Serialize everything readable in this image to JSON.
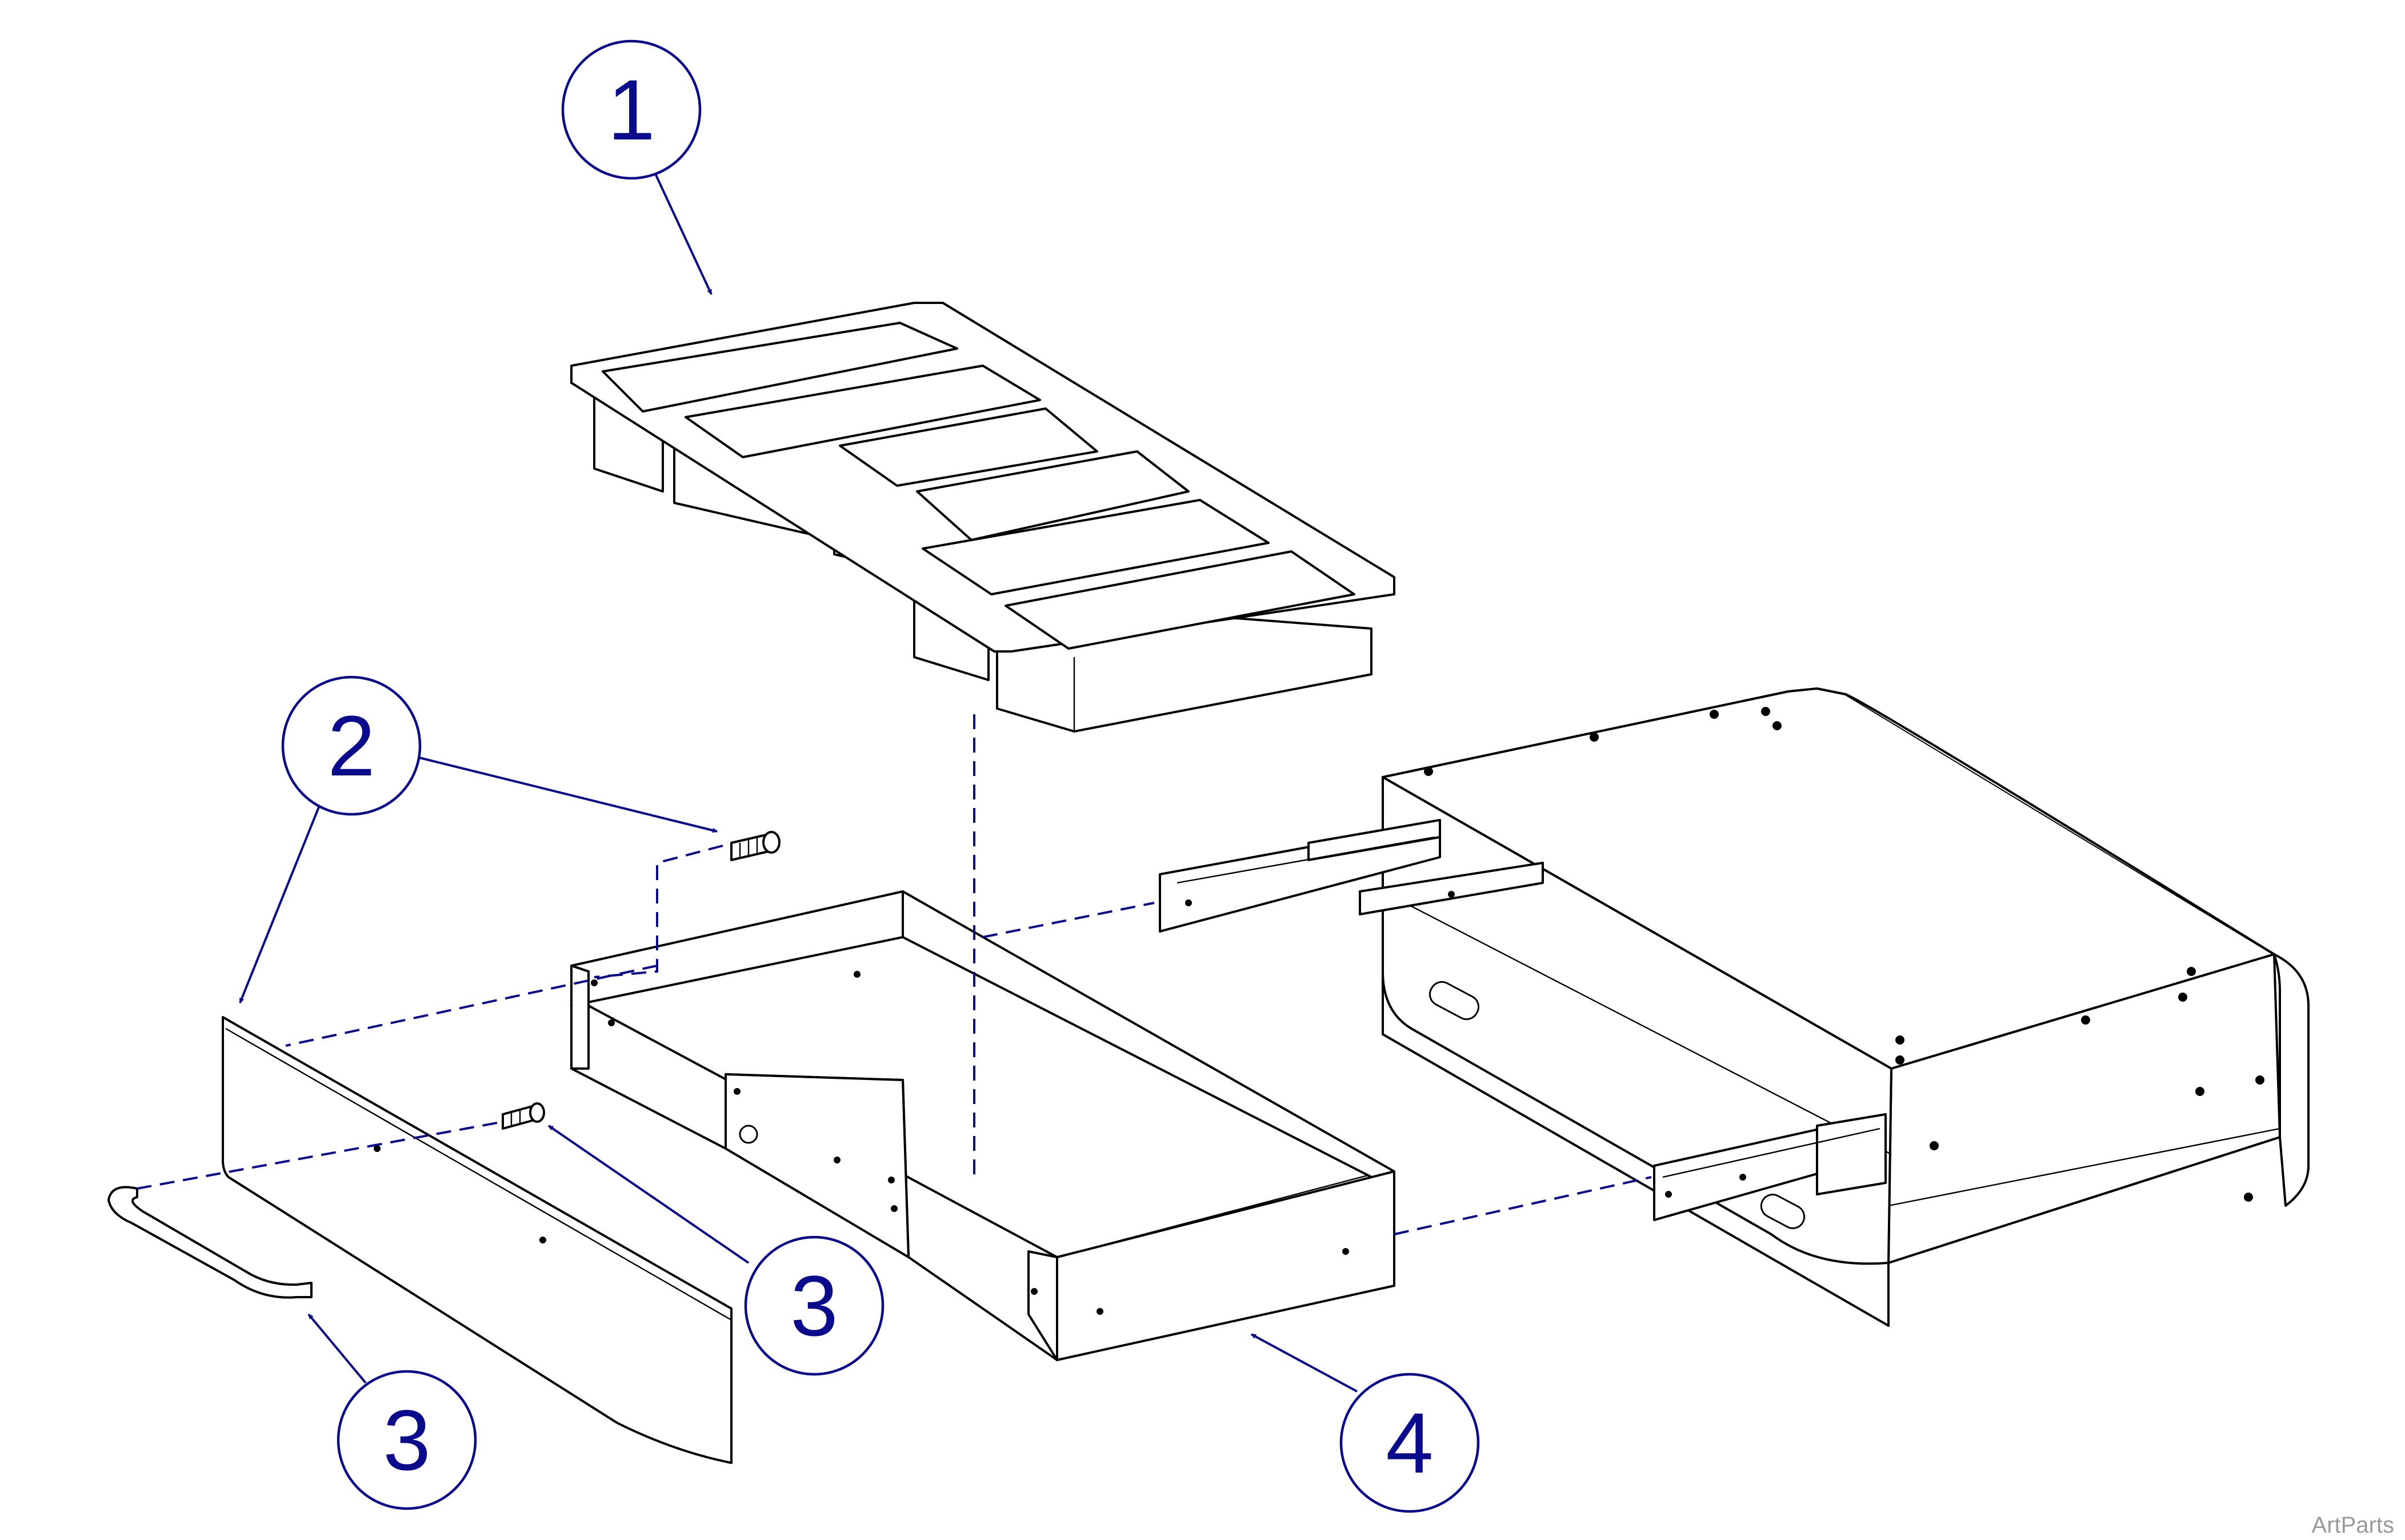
{
  "diagram": {
    "balloons": [
      {
        "id": "balloon-1",
        "label": "1"
      },
      {
        "id": "balloon-2",
        "label": "2"
      },
      {
        "id": "balloon-3a",
        "label": "3"
      },
      {
        "id": "balloon-3b",
        "label": "3"
      },
      {
        "id": "balloon-4",
        "label": "4"
      }
    ],
    "watermark": "ArtParts"
  },
  "colors": {
    "callout": "#0a0a8c",
    "line_art": "#000000",
    "background": "#ffffff",
    "watermark": "#9a9a9a"
  }
}
